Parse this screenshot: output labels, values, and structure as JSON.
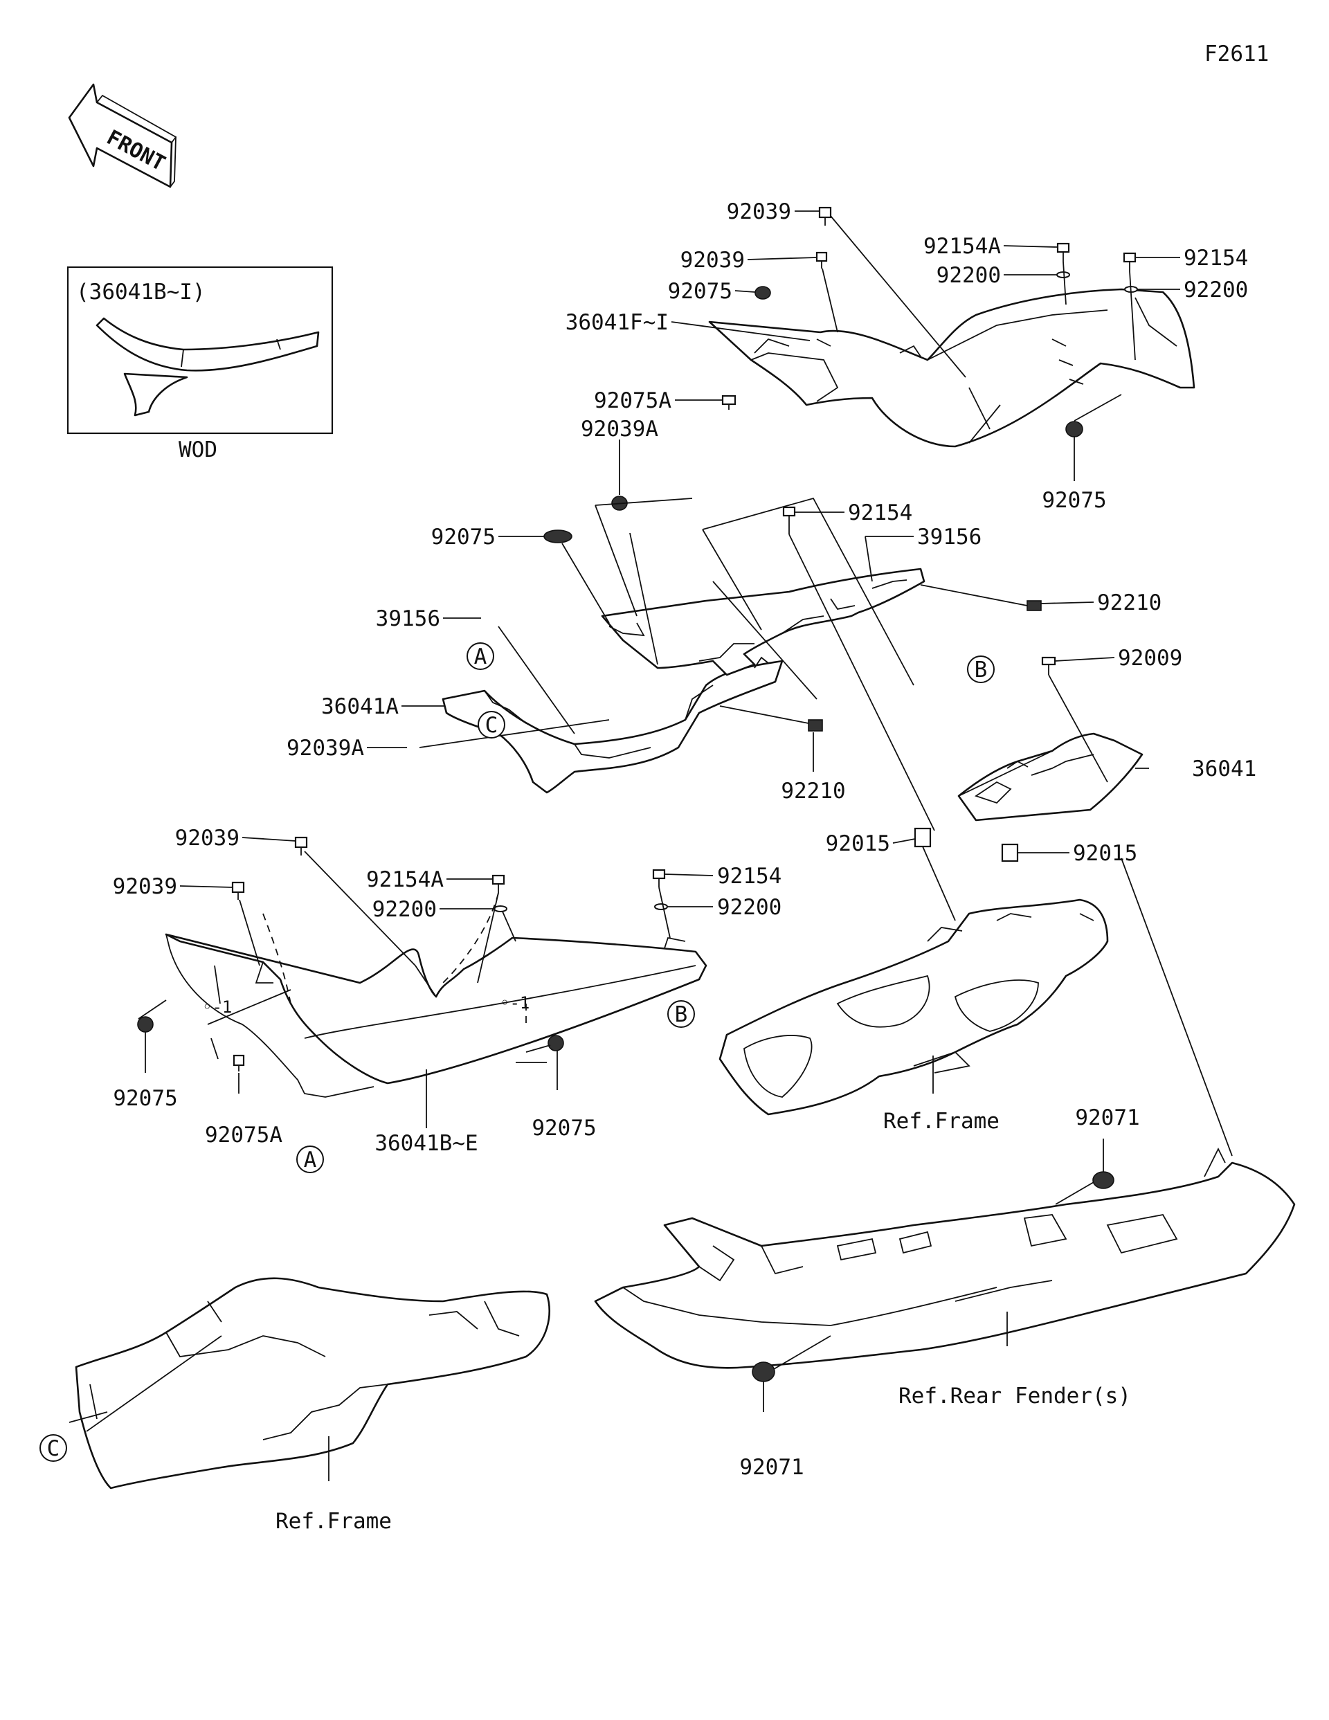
{
  "figure_id": "F2611",
  "front_arrow": {
    "text": "FRONT"
  },
  "inset": {
    "title": "(36041B~I)",
    "caption": "WOD"
  },
  "callouts": [
    {
      "id": "c1",
      "text": "92039"
    },
    {
      "id": "c2",
      "text": "92039"
    },
    {
      "id": "c3",
      "text": "92075"
    },
    {
      "id": "c4",
      "text": "36041F~I"
    },
    {
      "id": "c5",
      "text": "92075A"
    },
    {
      "id": "c6",
      "text": "92039A"
    },
    {
      "id": "c7",
      "text": "92154A"
    },
    {
      "id": "c8",
      "text": "92200"
    },
    {
      "id": "c9",
      "text": "92154"
    },
    {
      "id": "c10",
      "text": "92200"
    },
    {
      "id": "c11",
      "text": "92075"
    },
    {
      "id": "c12",
      "text": "92075"
    },
    {
      "id": "c13",
      "text": "92154"
    },
    {
      "id": "c14",
      "text": "39156"
    },
    {
      "id": "c15",
      "text": "92210"
    },
    {
      "id": "c16",
      "text": "39156"
    },
    {
      "id": "c17",
      "text": "36041A"
    },
    {
      "id": "c18",
      "text": "92039A"
    },
    {
      "id": "c19",
      "text": "92210"
    },
    {
      "id": "c20",
      "text": "92009"
    },
    {
      "id": "c21",
      "text": "36041"
    },
    {
      "id": "c22",
      "text": "92039"
    },
    {
      "id": "c23",
      "text": "92154A"
    },
    {
      "id": "c24",
      "text": "92200"
    },
    {
      "id": "c25",
      "text": "92154"
    },
    {
      "id": "c26",
      "text": "92200"
    },
    {
      "id": "c27",
      "text": "92015"
    },
    {
      "id": "c28",
      "text": "92015"
    },
    {
      "id": "c29",
      "text": "92039"
    },
    {
      "id": "c30",
      "text": "92075"
    },
    {
      "id": "c31",
      "text": "92075A"
    },
    {
      "id": "c32",
      "text": "36041B~E"
    },
    {
      "id": "c33",
      "text": "92075"
    },
    {
      "id": "c34",
      "text": "Ref.Frame"
    },
    {
      "id": "c35",
      "text": "92071"
    },
    {
      "id": "c36",
      "text": "Ref.Rear Fender(s)"
    },
    {
      "id": "c37",
      "text": "92071"
    },
    {
      "id": "c38",
      "text": "Ref.Frame"
    }
  ],
  "markers": [
    {
      "id": "m1",
      "text": "A"
    },
    {
      "id": "m2",
      "text": "C"
    },
    {
      "id": "m3",
      "text": "B"
    },
    {
      "id": "m4",
      "text": "B"
    },
    {
      "id": "m5",
      "text": "A"
    },
    {
      "id": "m6",
      "text": "C"
    }
  ],
  "notes": [
    {
      "id": "n1",
      "text": "◦-1"
    },
    {
      "id": "n2",
      "text": "◦-1"
    }
  ]
}
